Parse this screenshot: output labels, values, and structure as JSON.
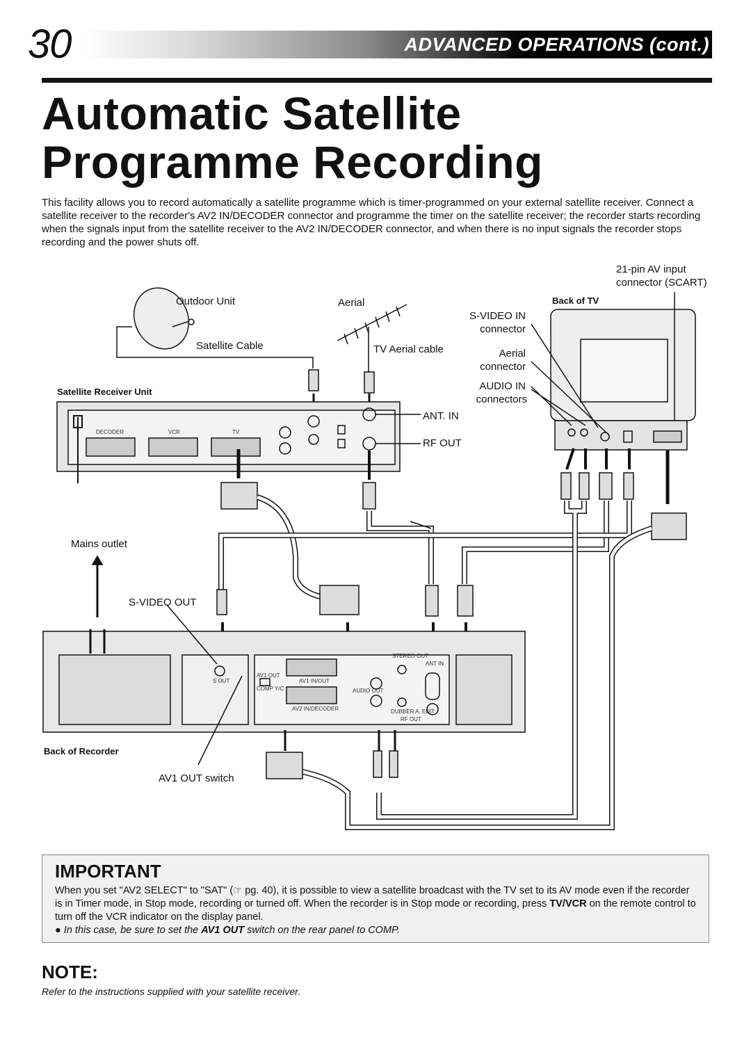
{
  "header": {
    "page_number": "30",
    "section": "ADVANCED OPERATIONS (cont.)"
  },
  "title": {
    "line1": "Automatic Satellite",
    "line2": "Programme Recording"
  },
  "intro": "This facility allows you to record automatically a satellite programme which is timer-programmed on your external satellite receiver. Connect a satellite receiver to the recorder's AV2 IN/DECODER connector and programme the timer on the satellite receiver; the recorder starts recording when the signals input from the satellite receiver to the AV2 IN/DECODER connector, and when there is no input signals the recorder stops recording and the power shuts off.",
  "diagram": {
    "outdoor_unit": "Outdoor Unit",
    "satellite_cable": "Satellite Cable",
    "aerial": "Aerial",
    "tv_aerial_cable": "TV Aerial cable",
    "satellite_receiver_unit": "Satellite Receiver Unit",
    "decoder": "DECODER",
    "vcr": "VCR",
    "tv": "TV",
    "ant_in": "ANT. IN",
    "rf_out": "RF OUT",
    "scart_line1": "21-pin AV input",
    "scart_line2": "connector (SCART)",
    "back_of_tv": "Back of TV",
    "svideo_in_1": "S-VIDEO IN",
    "svideo_in_2": "connector",
    "aerial_conn_1": "Aerial",
    "aerial_conn_2": "connector",
    "audio_in_1": "AUDIO IN",
    "audio_in_2": "connectors",
    "mains_outlet": "Mains outlet",
    "svideo_out": "S-VIDEO OUT",
    "back_of_recorder": "Back of Recorder",
    "av1_out_switch": "AV1 OUT switch",
    "rec_s_out": "S OUT",
    "rec_av1_out": "AV1 OUT",
    "rec_comp": "COMP Y/C",
    "rec_av1_inout": "AV1 IN/OUT",
    "rec_av2": "AV2 IN/DECODER",
    "rec_audio_out": "AUDIO OUT",
    "rec_ant_in": "ANT IN",
    "rec_rf_out": "RF OUT",
    "rec_stereo": "STEREO OUT",
    "rec_edit": "DUBBER A. EDIT"
  },
  "important": {
    "title": "IMPORTANT",
    "text1": "When you set \"AV2 SELECT\" to \"SAT\" (☞ pg. 40), it is possible to view a satellite broadcast with the TV set to its AV mode even if the recorder is in Timer mode, in Stop mode, recording or turned off. When the recorder is in Stop mode or recording, press",
    "tvvcr": "TV/VCR",
    "text2": " on the remote control to turn off the VCR indicator on the display panel.",
    "note_pre": "In this case, be sure to set the ",
    "note_bold": "AV1 OUT",
    "note_post": " switch on the rear panel to COMP."
  },
  "note": {
    "title": "NOTE:",
    "text": "Refer to the instructions supplied with your satellite receiver."
  }
}
